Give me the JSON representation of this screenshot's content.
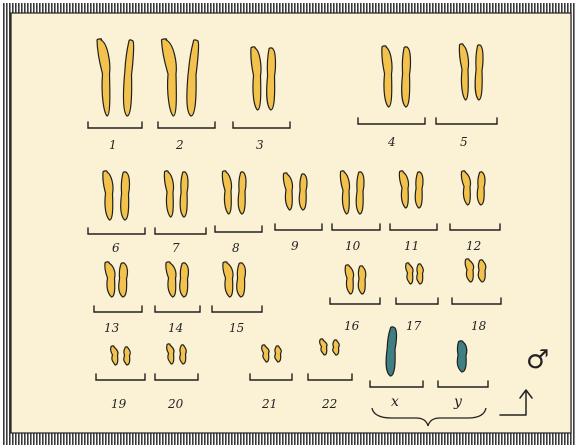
{
  "colors": {
    "paper": "#fbf2d5",
    "frame": "#3a3a3a",
    "ink": "#1f1f1f",
    "autosome_fill": "#f2c24c",
    "sex_chromosome_fill": "#3f7f83"
  },
  "chromosome_labels": [
    "1",
    "2",
    "3",
    "4",
    "5",
    "6",
    "7",
    "8",
    "9",
    "10",
    "11",
    "12",
    "13",
    "14",
    "15",
    "16",
    "17",
    "18",
    "19",
    "20",
    "21",
    "22"
  ],
  "sex_chromosome_labels": [
    "x",
    "y"
  ],
  "sex_symbol": "♂"
}
